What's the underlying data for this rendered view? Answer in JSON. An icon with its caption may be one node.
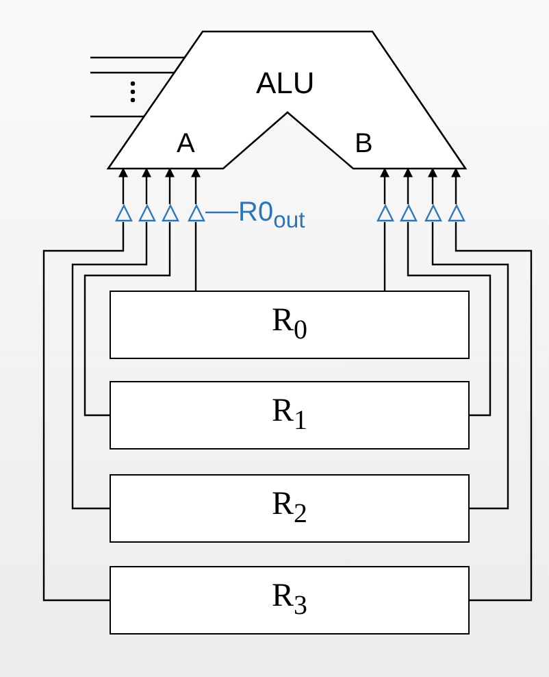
{
  "diagram": {
    "nodes": [
      {
        "text": [
          "ALU",
          "A",
          "B"
        ]
      },
      {
        "text": [],
        "shape": "triangle"
      },
      {
        "text": [],
        "shape": "triangle"
      },
      {
        "text": [],
        "shape": "triangle"
      },
      {
        "text": [],
        "shape": "triangle"
      },
      {
        "text": [
          "R0$_{out}$"
        ]
      },
      {
        "text": [],
        "shape": "triangle"
      },
      {
        "text": [],
        "shape": "triangle"
      },
      {
        "text": [],
        "shape": "triangle"
      },
      {
        "text": [],
        "shape": "triangle"
      },
      {
        "text": [
          "R$_{0}$"
        ]
      },
      {
        "text": [
          "R$_{1}$"
        ]
      },
      {
        "text": [
          "R$_{2}$"
        ]
      },
      {
        "text": [
          "R$_{3}$"
        ]
      }
    ],
    "edges": [
      {
        "from": null,
        "to": 0,
        "arrow": "none"
      },
      {
        "from": null,
        "to": 0,
        "arrow": "none"
      },
      {
        "from": null,
        "to": 0,
        "arrow": "none"
      },
      {
        "from": 1,
        "to": 0,
        "arrow": "to"
      },
      {
        "from": 2,
        "to": 0,
        "arrow": "to"
      },
      {
        "from": 3,
        "to": 0,
        "arrow": "to"
      },
      {
        "from": 4,
        "to": 0,
        "arrow": "to"
      },
      {
        "from": 6,
        "to": 0,
        "arrow": "to"
      },
      {
        "from": 7,
        "to": 0,
        "arrow": "to"
      },
      {
        "from": 8,
        "to": 0,
        "arrow": "to"
      },
      {
        "from": 9,
        "to": 0,
        "arrow": "to"
      },
      {
        "from": 5,
        "to": 4,
        "arrow": "none",
        "color": "#2e75b6"
      },
      {
        "from": 10,
        "to": 4,
        "arrow": "none"
      },
      {
        "from": 10,
        "to": 6,
        "arrow": "none"
      },
      {
        "from": 11,
        "to": 3,
        "arrow": "none"
      },
      {
        "from": 11,
        "to": 7,
        "arrow": "none"
      },
      {
        "from": 12,
        "to": 2,
        "arrow": "none"
      },
      {
        "from": 12,
        "to": 8,
        "arrow": "none"
      },
      {
        "from": 13,
        "to": 1,
        "arrow": "none"
      },
      {
        "from": 13,
        "to": 9,
        "arrow": "none"
      }
    ]
  }
}
